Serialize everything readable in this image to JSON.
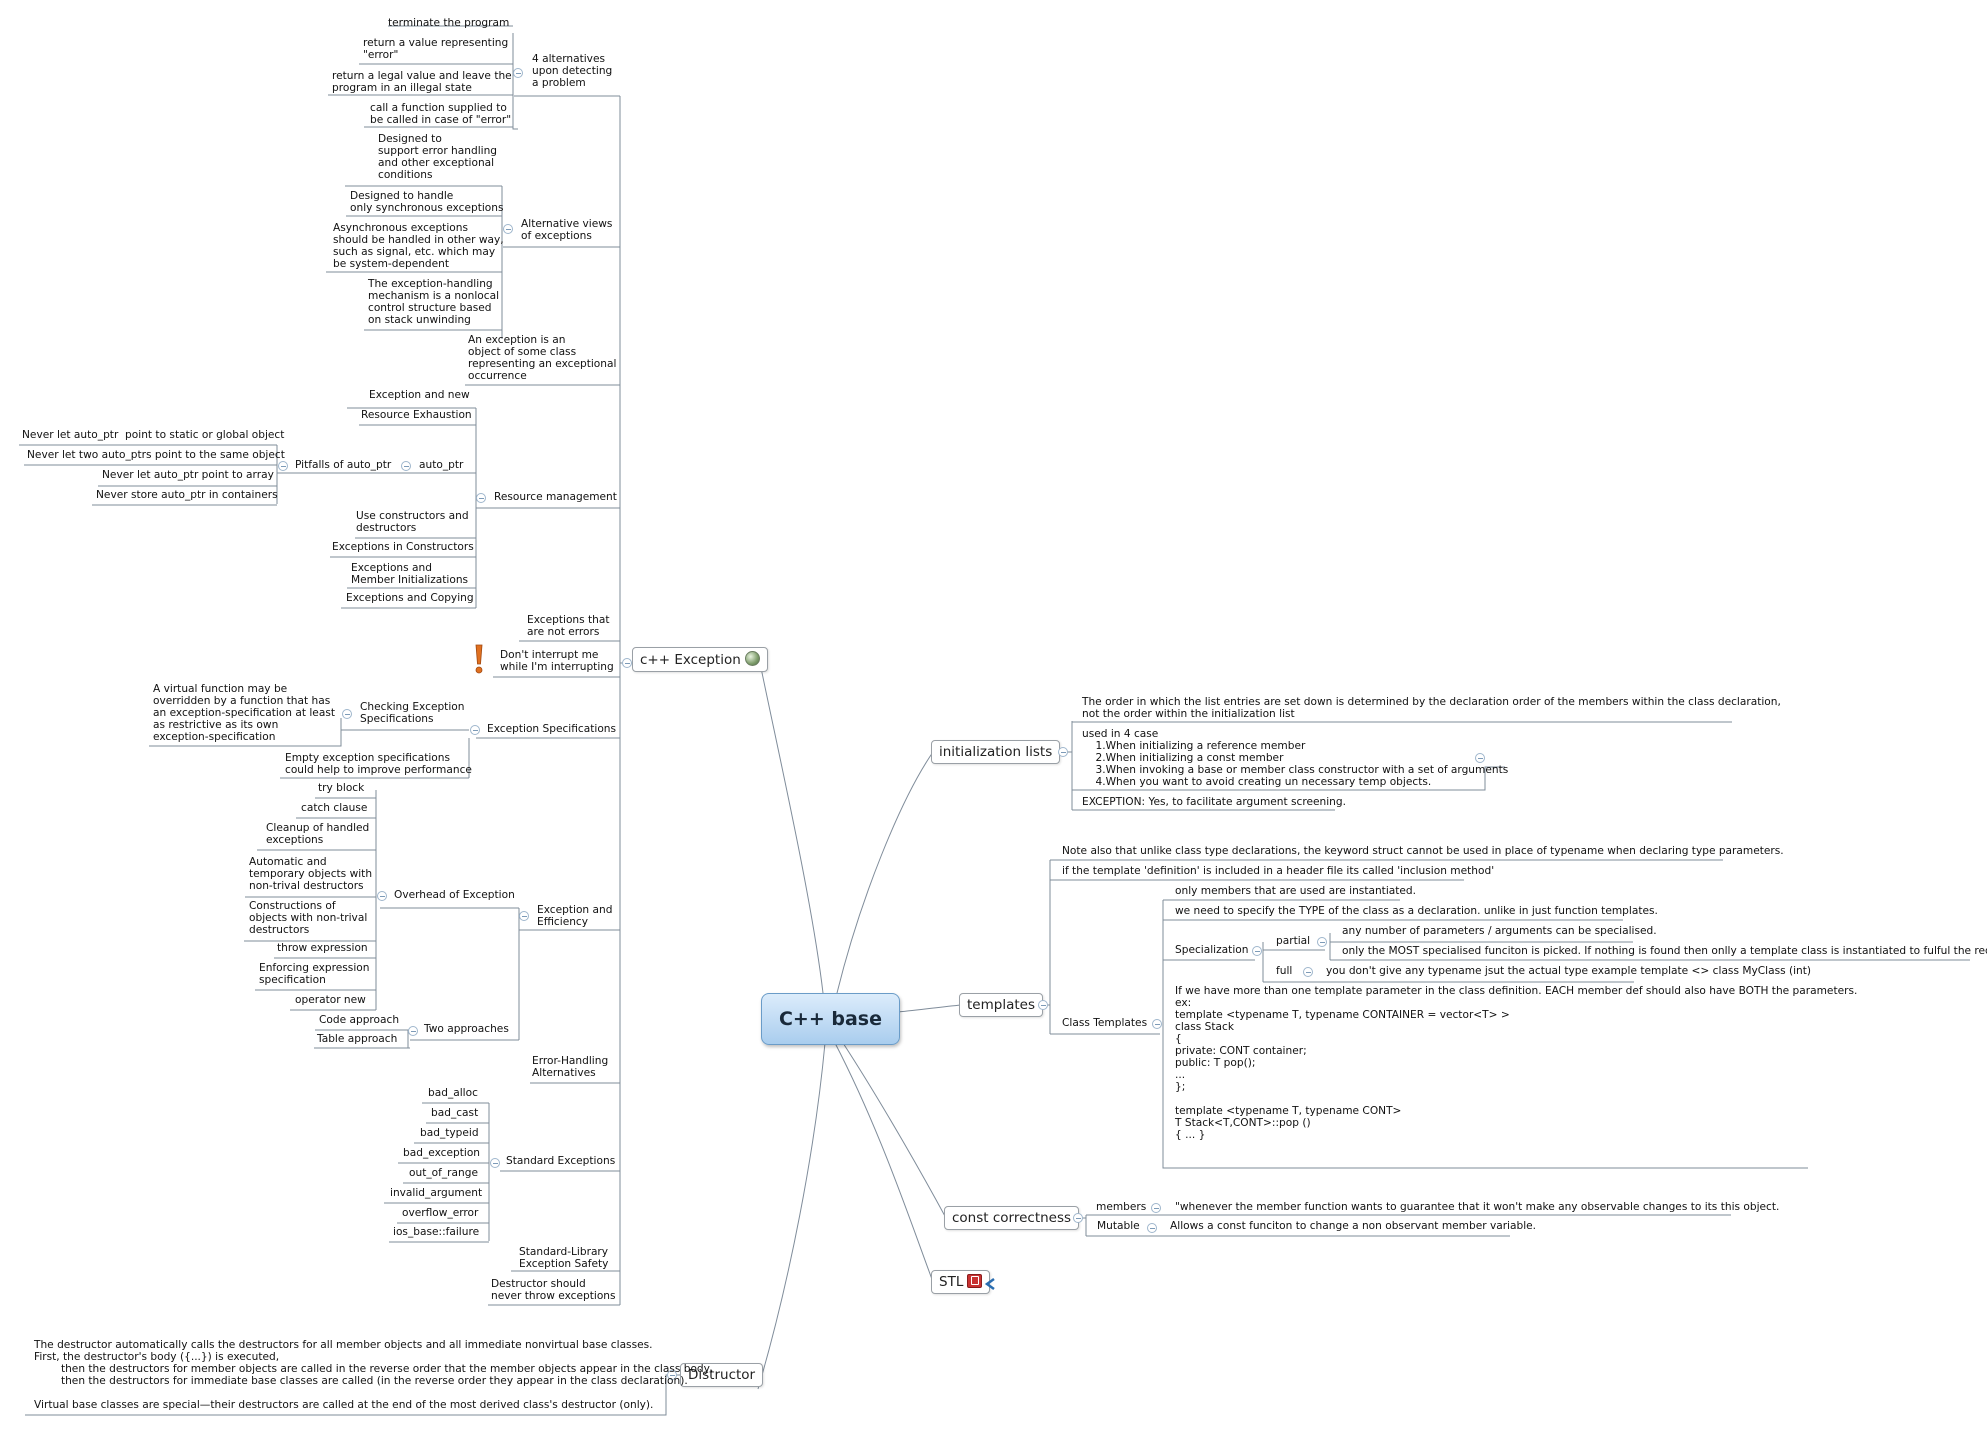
{
  "root": "C++ base",
  "branches": {
    "exception": "c++ Exception",
    "distructor": "Distructor",
    "init": "initialization lists",
    "templates": "templates",
    "constc": "const correctness",
    "stl": "STL"
  },
  "icons": {
    "globe": "globe-icon",
    "warning": "exclamation-icon",
    "stl": "attachment-icon",
    "arrow": "arrow-icon"
  },
  "colors": {
    "root_top": "#dcecfb",
    "root_bottom": "#a9cdee",
    "line": "#7f8c9a"
  },
  "exc": {
    "alt4": "4 alternatives\nupon detecting\na problem",
    "alt4_items": [
      "terminate the program",
      "return a value representing\n\"error\"",
      "return a legal value and leave the\nprogram in an illegal state",
      "call a function supplied to\nbe called in case of \"error\""
    ],
    "views": "Alternative views\nof exceptions",
    "views_items": [
      "Designed to\nsupport error handling\nand other exceptional\nconditions",
      "Designed to handle\nonly synchronous exceptions",
      "Asynchronous exceptions\nshould be handled in other way,\nsuch as signal, etc. which may\nbe system-dependent",
      "The exception-handling\nmechanism is a nonlocal\ncontrol structure based\non stack unwinding"
    ],
    "object": "An exception is an\nobject of some class\nrepresenting an exceptional\noccurrence",
    "resource": "Resource management",
    "res_items": [
      "Exception and new",
      "Resource Exhaustion",
      "auto_ptr",
      "Use constructors and\ndestructors",
      "Exceptions in Constructors",
      "Exceptions and\nMember Initializations",
      "Exceptions and Copying"
    ],
    "pitfalls": "Pitfalls of auto_ptr",
    "pitfall_items": [
      "Never let auto_ptr  point to static or global object",
      "Never let two auto_ptrs point to the same object",
      "Never let auto_ptr point to array",
      "Never store auto_ptr in containers"
    ],
    "not_errors": "Exceptions that\nare not errors",
    "interrupt": "Don't interrupt me\nwhile I'm interrupting",
    "spec": "Exception Specifications",
    "checking": "Checking Exception\nSpecifications",
    "virtual_note": "A virtual function may be\noverridden by a function that has\nan exception-specification at least\nas restrictive as its own\nexception-specification",
    "empty_spec": "Empty exception specifications\ncould help to improve performance",
    "efficiency": "Exception and\nEfficiency",
    "overhead": "Overhead of Exception",
    "overhead_items": [
      "try block",
      "catch clause",
      "Cleanup of handled\nexceptions",
      "Automatic and\ntemporary objects with\nnon-trival destructors",
      "Constructions of\nobjects with non-trival\ndestructors",
      "throw expression",
      "Enforcing expression\nspecification",
      "operator new"
    ],
    "two": "Two approaches",
    "two_items": [
      "Code approach",
      "Table approach"
    ],
    "eh_alt": "Error-Handling\nAlternatives",
    "standard": "Standard Exceptions",
    "std_items": [
      "bad_alloc",
      "bad_cast",
      "bad_typeid",
      "bad_exception",
      "out_of_range",
      "invalid_argument",
      "overflow_error",
      "ios_base::failure"
    ],
    "safety": "Standard-Library\nException Safety",
    "destructor_never": "Destructor should\nnever throw exceptions"
  },
  "dist_text": "The destructor automatically calls the destructors for all member objects and all immediate nonvirtual base classes.\nFirst, the destructor's body ({...}) is executed,\n        then the destructors for member objects are called in the reverse order that the member objects appear in the class body,\n        then the destructors for immediate base classes are called (in the reverse order they appear in the class declaration).\n\nVirtual base classes are special—their destructors are called at the end of the most derived class's destructor (only).",
  "init": {
    "order": "The order in which the list entries are set down is determined by the declaration order of the members within the class declaration,\nnot the order within the initialization list",
    "cases": "used in 4 case\n    1.When initializing a reference member\n    2.When initializing a const member\n    3.When invoking a base or member class constructor with a set of arguments\n    4.When you want to avoid creating un necessary temp objects.",
    "exception": "EXCEPTION: Yes, to facilitate argument screening."
  },
  "tmpl": {
    "note": "Note also that unlike class type declarations, the keyword struct cannot be used in place of typename when declaring type parameters.",
    "inclusion": "if the template 'definition' is included in a header file its called 'inclusion method'",
    "class_templates": "Class Templates",
    "only_members": "only members that are used are instantiated.",
    "specify_type": "we need to specify the TYPE of the class as a declaration. unlike in just function templates.",
    "specialization": "Specialization",
    "partial": "partial",
    "partial_items": [
      "any number of parameters / arguments can be specialised.",
      "only the MOST specialised funciton is picked. If nothing is found then onlly a template class is instantiated to fulful the request."
    ],
    "full": "full",
    "full_text": "you don't give any typename jsut the actual type example template <> class MyClass (int)",
    "code": "If we have more than one template parameter in the class definition. EACH member def should also have BOTH the parameters.\nex:\ntemplate <typename T, typename CONTAINER = vector<T> >\nclass Stack\n{\nprivate: CONT container;\npublic: T pop();\n...\n};\n\ntemplate <typename T, typename CONT>\nT Stack<T,CONT>::pop ()\n{ ... }"
  },
  "constc": {
    "members": "members",
    "members_text": "\"whenever the member function wants to guarantee that it won't make any observable changes to its this object.",
    "mutable": "Mutable",
    "mutable_text": "Allows a const funciton to change a non observant member variable."
  }
}
